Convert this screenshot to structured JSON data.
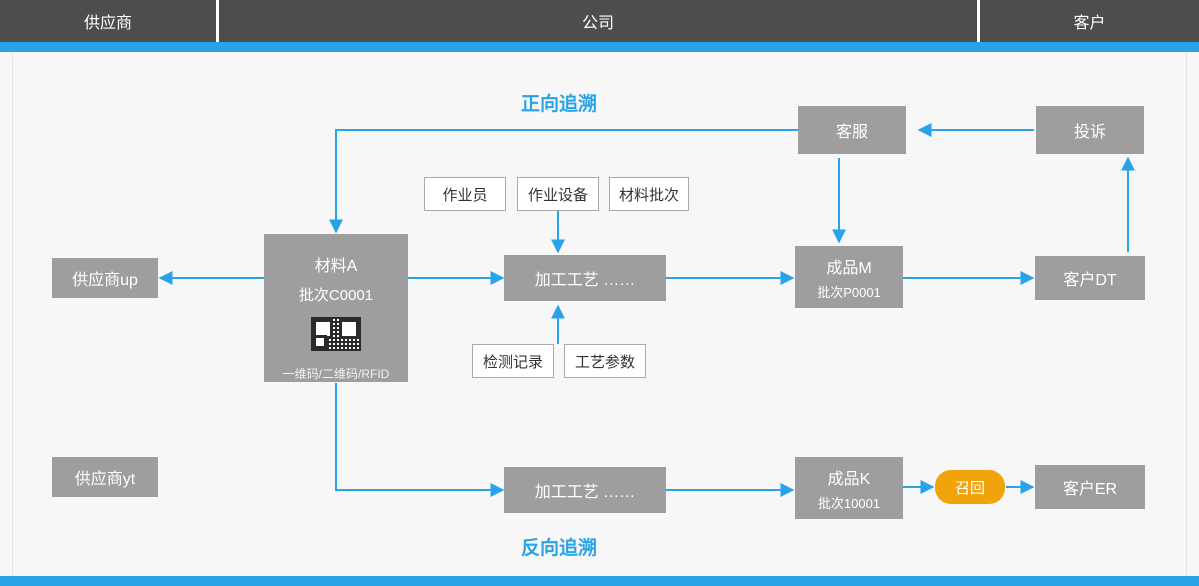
{
  "header": {
    "columns": [
      {
        "label": "供应商"
      },
      {
        "label": "公司"
      },
      {
        "label": "客户"
      }
    ]
  },
  "labels": {
    "forward": "正向追溯",
    "backward": "反向追溯"
  },
  "nodes": {
    "supplier_up": {
      "label": "供应商up"
    },
    "supplier_yt": {
      "label": "供应商yt"
    },
    "material_a": {
      "title": "材料A",
      "batch": "批次C0001",
      "codes": "一维码/二维码/RFID",
      "qr_icon": "qr-code-icon"
    },
    "process_top": {
      "label": "加工工艺  ……"
    },
    "process_bottom": {
      "label": "加工工艺  ……"
    },
    "product_m": {
      "title": "成品M",
      "batch": "批次P0001"
    },
    "product_k": {
      "title": "成品K",
      "batch": "批次10001"
    },
    "customer_service": {
      "label": "客服"
    },
    "complaint": {
      "label": "投诉"
    },
    "customer_dt": {
      "label": "客户DT"
    },
    "customer_er": {
      "label": "客户ER"
    },
    "recall": {
      "label": "召回"
    }
  },
  "attributes": {
    "operator": "作业员",
    "equipment": "作业设备",
    "material_batch": "材料批次",
    "inspection_record": "检测记录",
    "process_parameters": "工艺参数"
  },
  "colors": {
    "accent_blue": "#29a3e8",
    "header_gray": "#4d4d4d",
    "node_gray": "#9e9e9e",
    "recall_orange": "#f0a30a",
    "canvas": "#f7f7f7"
  }
}
